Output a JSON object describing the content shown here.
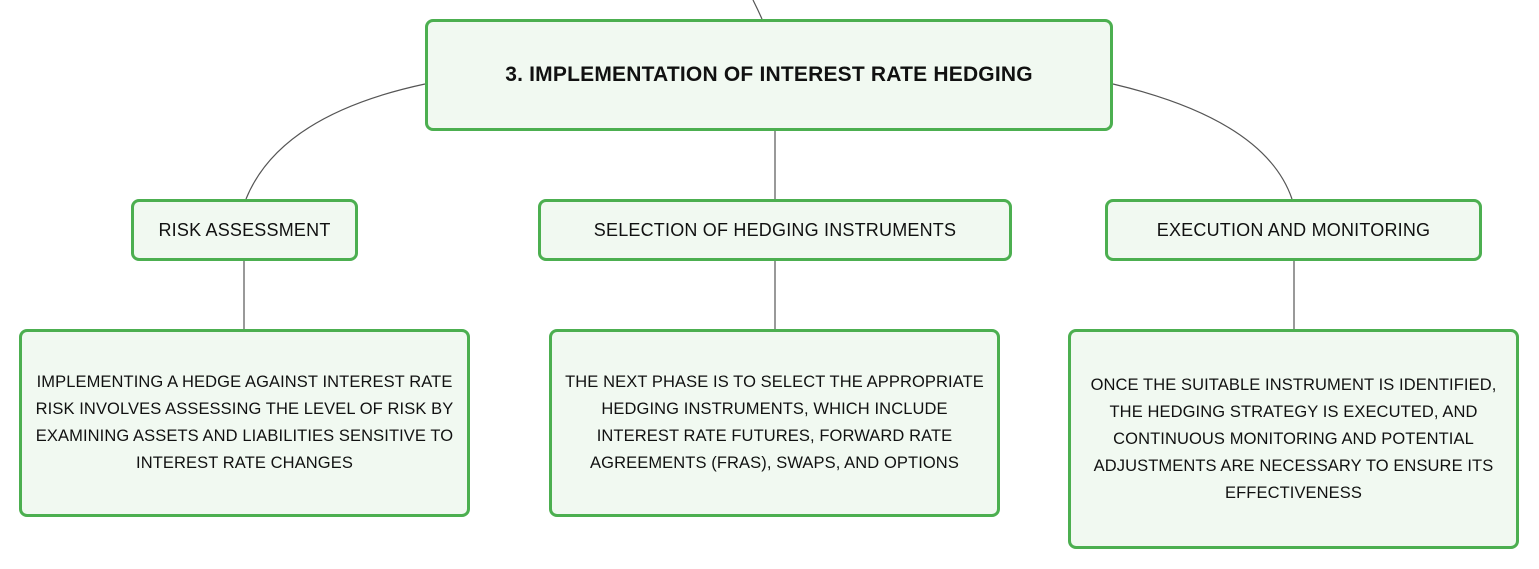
{
  "diagram": {
    "root": {
      "label": "3. IMPLEMENTATION OF INTEREST RATE HEDGING"
    },
    "branches": [
      {
        "label": "RISK ASSESSMENT",
        "detail": "IMPLEMENTING A HEDGE AGAINST INTEREST RATE RISK INVOLVES ASSESSING THE LEVEL OF RISK BY EXAMINING ASSETS AND LIABILITIES SENSITIVE TO INTEREST RATE CHANGES"
      },
      {
        "label": "SELECTION OF HEDGING INSTRUMENTS",
        "detail": "THE NEXT PHASE IS TO SELECT THE APPROPRIATE HEDGING INSTRUMENTS, WHICH INCLUDE INTEREST RATE FUTURES, FORWARD RATE AGREEMENTS (FRAS), SWAPS, AND OPTIONS"
      },
      {
        "label": "EXECUTION AND MONITORING",
        "detail": "ONCE THE SUITABLE INSTRUMENT IS IDENTIFIED, THE HEDGING STRATEGY IS EXECUTED, AND CONTINUOUS MONITORING AND POTENTIAL ADJUSTMENTS ARE NECESSARY TO ENSURE ITS EFFECTIVENESS"
      }
    ],
    "colors": {
      "node_border": "#4caf50",
      "node_fill": "#f1f9f1",
      "connector": "#555555",
      "text": "#111111"
    }
  }
}
